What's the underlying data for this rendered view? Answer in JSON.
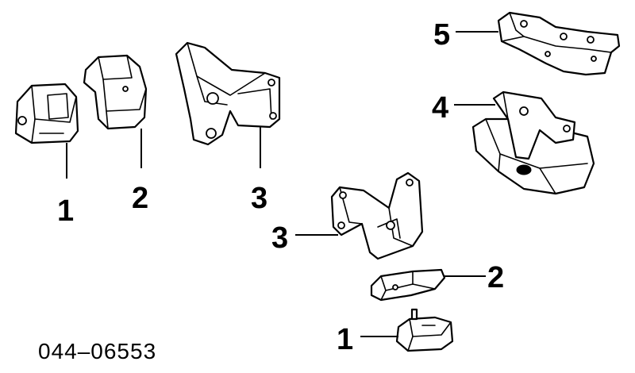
{
  "callouts": {
    "c1_left": "1",
    "c2_left": "2",
    "c3_left": "3",
    "c3_mid": "3",
    "c2_right": "2",
    "c1_right": "1",
    "c4": "4",
    "c5": "5"
  },
  "diagram_code": "044–06553",
  "colors": {
    "line": "#000000",
    "background": "#ffffff"
  }
}
